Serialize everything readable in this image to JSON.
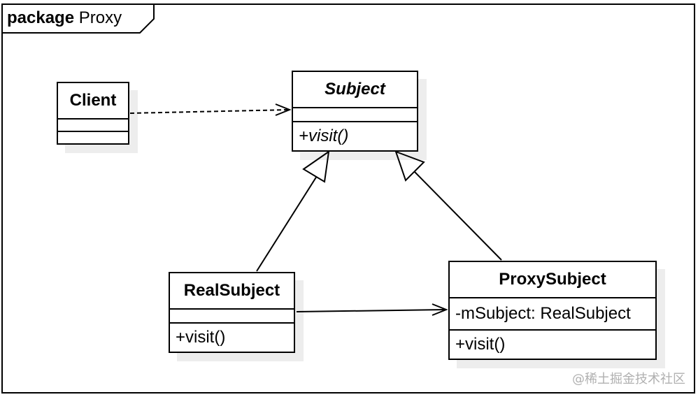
{
  "package": {
    "keyword": "package",
    "name": "Proxy"
  },
  "classes": {
    "client": {
      "name": "Client"
    },
    "subject": {
      "name": "Subject",
      "operation": "+visit()"
    },
    "real_subject": {
      "name": "RealSubject",
      "operation": "+visit()"
    },
    "proxy_subject": {
      "name": "ProxySubject",
      "attribute": "-mSubject: RealSubject",
      "operation": "+visit()"
    }
  },
  "watermark": "@稀土掘金技术社区",
  "colors": {
    "line": "#000000",
    "background": "#ffffff",
    "shadow": "#ededed",
    "watermark": "#b0b0b0"
  }
}
